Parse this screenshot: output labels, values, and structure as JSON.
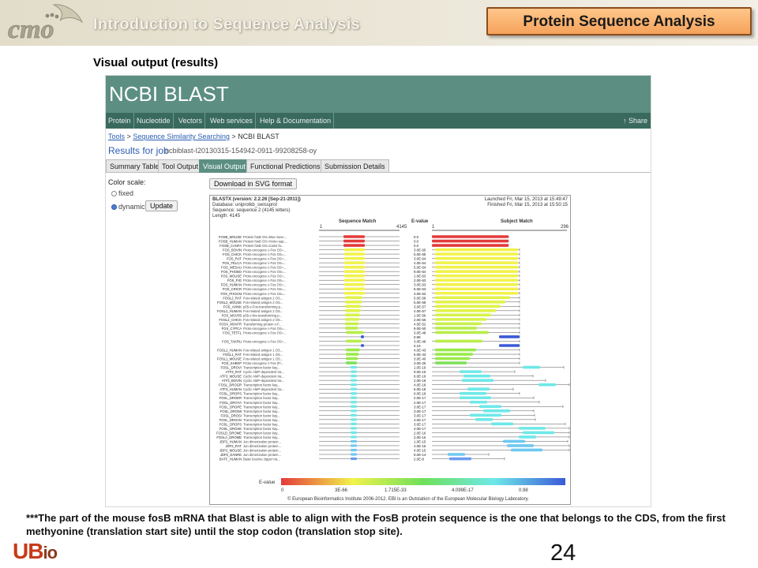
{
  "header": {
    "course_title": "Introduction to Sequence Analysis",
    "section_title": "Protein Sequence Analysis",
    "logo_text": "cmo"
  },
  "subtitle": "Visual output (results)",
  "screenshot": {
    "app_title": "NCBI BLAST",
    "nav": [
      "Protein",
      "Nucleotide",
      "Vectors",
      "Web services",
      "Help & Documentation"
    ],
    "share": "↑ Share",
    "breadcrumb": {
      "a": "Tools",
      "sep": ">",
      "b": "Sequence Similarity Searching",
      "c": "NCBI BLAST"
    },
    "results_label": "Results for job",
    "job_id": "ncbiblast-I20130315-154942-0911-99208258-oy",
    "tabs": [
      "Summary Table",
      "Tool Output",
      "Visual Output",
      "Functional Predictions",
      "Submission Details"
    ],
    "active_tab": "Visual Output",
    "color_scale_label": "Color scale:",
    "radio_fixed": "fixed",
    "radio_dynamic": "dynamic",
    "update_btn": "Update",
    "download_btn": "Download in SVG format",
    "panel": {
      "program": "BLASTX (version: 2.2.26 [Sep-21-2011])",
      "database": "Database: uniprotkb_swissprot",
      "sequence": "Sequence: sequence 2 (4145 letters)",
      "length": "Length: 4145",
      "launched": "Launched Fri, Mar 15, 2013 at 15:49:47",
      "finished": "Finished Fri, Mar 15, 2013 at 15:50:15",
      "col_seq_match": "Sequence Match",
      "col_evalue": "E-value",
      "col_subject": "Subject Match",
      "query_start": "1",
      "query_end": "4145",
      "subject_start": "1",
      "subject_end": "296",
      "evalue_axis_label": "E-value",
      "evalue_ticks": [
        "0",
        "3E-66",
        "1.715E-33",
        "4.099E-17",
        "0.98"
      ],
      "copyright": "© European Bioinformatics Institute 2006-2012. EBI is an Outstation of the European Molecular Biology Laboratory."
    },
    "hits": [
      {
        "id": "FOSB_MOUSE",
        "desc": "Protein fosB OS=Mus musc...",
        "e": "0.0",
        "color": "#e33b3b"
      },
      {
        "id": "FOSB_HUMAN",
        "desc": "Protein fosB OS=Homo sap...",
        "e": "0.0",
        "color": "#e33b3b"
      },
      {
        "id": "FOSB_CANFA",
        "desc": "Protein fosB OS=Canis fa...",
        "e": "0.0",
        "color": "#e33b3b"
      },
      {
        "id": "FOS_BOVIN",
        "desc": "Proto-oncogene c-Fos OS=...",
        "e": "3.0E-65",
        "color": "#f2f24a"
      },
      {
        "id": "FOS_CHICK",
        "desc": "Proto-oncogene c-Fos OS=...",
        "e": "5.0E-65",
        "color": "#f2f24a"
      },
      {
        "id": "FOS_RAT",
        "desc": "Proto-oncogene c-Fos OS=...",
        "e": "3.0E-64",
        "color": "#f2f24a"
      },
      {
        "id": "FOS_FELCA",
        "desc": "Proto-oncogene c-Fos OS=...",
        "e": "4.0E-64",
        "color": "#f2f24a"
      },
      {
        "id": "FOS_MESAU",
        "desc": "Proto-oncogene c-Fos OS=...",
        "e": "5.0E-64",
        "color": "#f2f24a"
      },
      {
        "id": "FOS_PHOBO",
        "desc": "Proto-oncogene c-Fos OS=...",
        "e": "9.0E-64",
        "color": "#f2f24a"
      },
      {
        "id": "FOS_MOUSE",
        "desc": "Proto-oncogene c-Fos OS=...",
        "e": "1.0E-63",
        "color": "#f2f24a"
      },
      {
        "id": "FOS_PIG",
        "desc": "Proto-oncogene c-Fos OS=...",
        "e": "2.0E-63",
        "color": "#f2f24a"
      },
      {
        "id": "FOS_HUMAN",
        "desc": "Proto-oncogene c-Fos OS=...",
        "e": "3.0E-63",
        "color": "#f2f24a"
      },
      {
        "id": "FOS_CRICR",
        "desc": "Proto-oncogene c-Fos OS=...",
        "e": "8.0E-63",
        "color": "#f2f24a"
      },
      {
        "id": "FOS_PHOCM",
        "desc": "Proto-oncogene c-Fos OS=...",
        "e": "3.0E-62",
        "color": "#f2f24a"
      },
      {
        "id": "FOSL2_RAT",
        "desc": "Fos-related antigen 2 OS...",
        "e": "5.0E-58",
        "color": "#e2f24a"
      },
      {
        "id": "FOSL2_MOUSE",
        "desc": "Fos-related antigen 2 OS...",
        "e": "5.0E-58",
        "color": "#e2f24a"
      },
      {
        "id": "FOS_AVINK",
        "desc": "p55-v-Fos-transforming p...",
        "e": "3.0E-57",
        "color": "#e2f24a"
      },
      {
        "id": "FOSL2_HUMAN",
        "desc": "Fos-related antigen 2 OS...",
        "e": "4.0E-57",
        "color": "#e2f24a"
      },
      {
        "id": "FOS_MSVFB",
        "desc": "p55-v-fos-transforming p...",
        "e": "1.0E-56",
        "color": "#d8f24a"
      },
      {
        "id": "FOSL2_CHICK",
        "desc": "Fos-related antigen 2 OS...",
        "e": "2.0E-55",
        "color": "#d8f24a"
      },
      {
        "id": "FOSX_MSVFR",
        "desc": "Transforming protein v-F...",
        "e": "4.0E-52",
        "color": "#c8f04a"
      },
      {
        "id": "FOS_CYPCA",
        "desc": "Proto-oncogene c-Fos OS=...",
        "e": "9.0E-50",
        "color": "#b8ee4a"
      },
      {
        "id": "FOS_TETFL",
        "desc": "Proto-oncogene c-Fos OS=...",
        "e": "3.0E-48",
        "color": "#b8ee4a"
      },
      {
        "id": "",
        "desc": "",
        "e": "0.98",
        "color": "#3a5ad8"
      },
      {
        "id": "FOS_TAKRU",
        "desc": "Proto-oncogene c-Fos OS=...",
        "e": "3.0E-48",
        "color": "#b8ee4a"
      },
      {
        "id": "",
        "desc": "",
        "e": "0.19",
        "color": "#3a5ad8"
      },
      {
        "id": "FOSL1_HUMAN",
        "desc": "Fos-related antigen 1 OS...",
        "e": "4.0E-43",
        "color": "#9aea4a"
      },
      {
        "id": "FOSL1_RAT",
        "desc": "Fos-related antigen 1 OS...",
        "e": "6.0E-43",
        "color": "#9aea4a"
      },
      {
        "id": "FOSL1_MOUSE",
        "desc": "Fos-related antigen 1 OS...",
        "e": "3.0E-40",
        "color": "#9aea4a"
      },
      {
        "id": "FOS_SHEEP",
        "desc": "Proto-oncogene c-Fos (Fr...",
        "e": "3.0E-25",
        "color": "#7ee05a"
      },
      {
        "id": "FOSL_DROVI",
        "desc": "Transcription factor kay...",
        "e": "1.0E-19",
        "color": "#6ee8e8"
      },
      {
        "id": "ATF3_RAT",
        "desc": "Cyclic AMP-dependent tra...",
        "e": "9.0E-19",
        "color": "#6ee8e8"
      },
      {
        "id": "ATF3_MOUSE",
        "desc": "Cyclic AMP-dependent tra...",
        "e": "9.0E-19",
        "color": "#6ee8e8"
      },
      {
        "id": "ATF3_BOVIN",
        "desc": "Cyclic AMP-dependent tra...",
        "e": "2.0E-18",
        "color": "#6ee8e8"
      },
      {
        "id": "FOSL_DROGR",
        "desc": "Transcription factor kay...",
        "e": "4.0E-18",
        "color": "#6ee8e8"
      },
      {
        "id": "ATF3_HUMAN",
        "desc": "Cyclic AMP-dependent tra...",
        "e": "6.0E-18",
        "color": "#6ee8e8"
      },
      {
        "id": "FOSL_DROPS",
        "desc": "Transcription factor kay...",
        "e": "9.0E-18",
        "color": "#6ee8e8"
      },
      {
        "id": "FOSL_DROER",
        "desc": "Transcription factor kay...",
        "e": "2.0E-17",
        "color": "#6ee8e8"
      },
      {
        "id": "FOSL_DROYA",
        "desc": "Transcription factor kay...",
        "e": "2.0E-17",
        "color": "#6ee8e8"
      },
      {
        "id": "FOSL_DROPE",
        "desc": "Transcription factor kay...",
        "e": "3.0E-17",
        "color": "#6ee8e8"
      },
      {
        "id": "FOSL_DROMI",
        "desc": "Transcription factor kay...",
        "e": "3.0E-17",
        "color": "#6ee8e8"
      },
      {
        "id": "FOSL_DROSI",
        "desc": "Transcription factor kay...",
        "e": "3.0E-17",
        "color": "#6ee8e8"
      },
      {
        "id": "FOSL_DROAN",
        "desc": "Transcription factor kay...",
        "e": "3.0E-17",
        "color": "#6ee8e8"
      },
      {
        "id": "FOSL_DROPS",
        "desc": "Transcription factor kay...",
        "e": "3.0E-17",
        "color": "#6ee8e8"
      },
      {
        "id": "FOSL_DROSE",
        "desc": "Transcription factor kay...",
        "e": "4.0E-17",
        "color": "#6ee8e8"
      },
      {
        "id": "FOSLD_DROME",
        "desc": "Transcription factor kay...",
        "e": "2.0E-16",
        "color": "#6ee8e8"
      },
      {
        "id": "FOSLA_DROME",
        "desc": "Transcription factor kay...",
        "e": "2.0E-16",
        "color": "#6ee8e8"
      },
      {
        "id": "JDP2_HUMAN",
        "desc": "Jun dimerization protein...",
        "e": "1.0E-15",
        "color": "#6ec8f0"
      },
      {
        "id": "JDP2_RAT",
        "desc": "Jun dimerization protein...",
        "e": "4.0E-15",
        "color": "#6ec8f0"
      },
      {
        "id": "JDP2_MOUSE",
        "desc": "Jun dimerization protein...",
        "e": "4.0E-15",
        "color": "#6ec8f0"
      },
      {
        "id": "JDP2_DANRE",
        "desc": "Jun dimerization protein...",
        "e": "8.0E-14",
        "color": "#6ec8f0"
      },
      {
        "id": "BATF_HUMAN",
        "desc": "Basic leucine zipper tra...",
        "e": "2.0E-8",
        "color": "#6a9cf0"
      }
    ]
  },
  "footnote": "***The part of the mouse fosB mRNA that Blast is able to align with the FosB protein sequence is the one that belongs to the CDS, from the first methyonine (translation start site) until the stop codon (translation stop site).",
  "footer": {
    "logo": [
      "U",
      "B",
      "io"
    ],
    "page_number": "24"
  }
}
